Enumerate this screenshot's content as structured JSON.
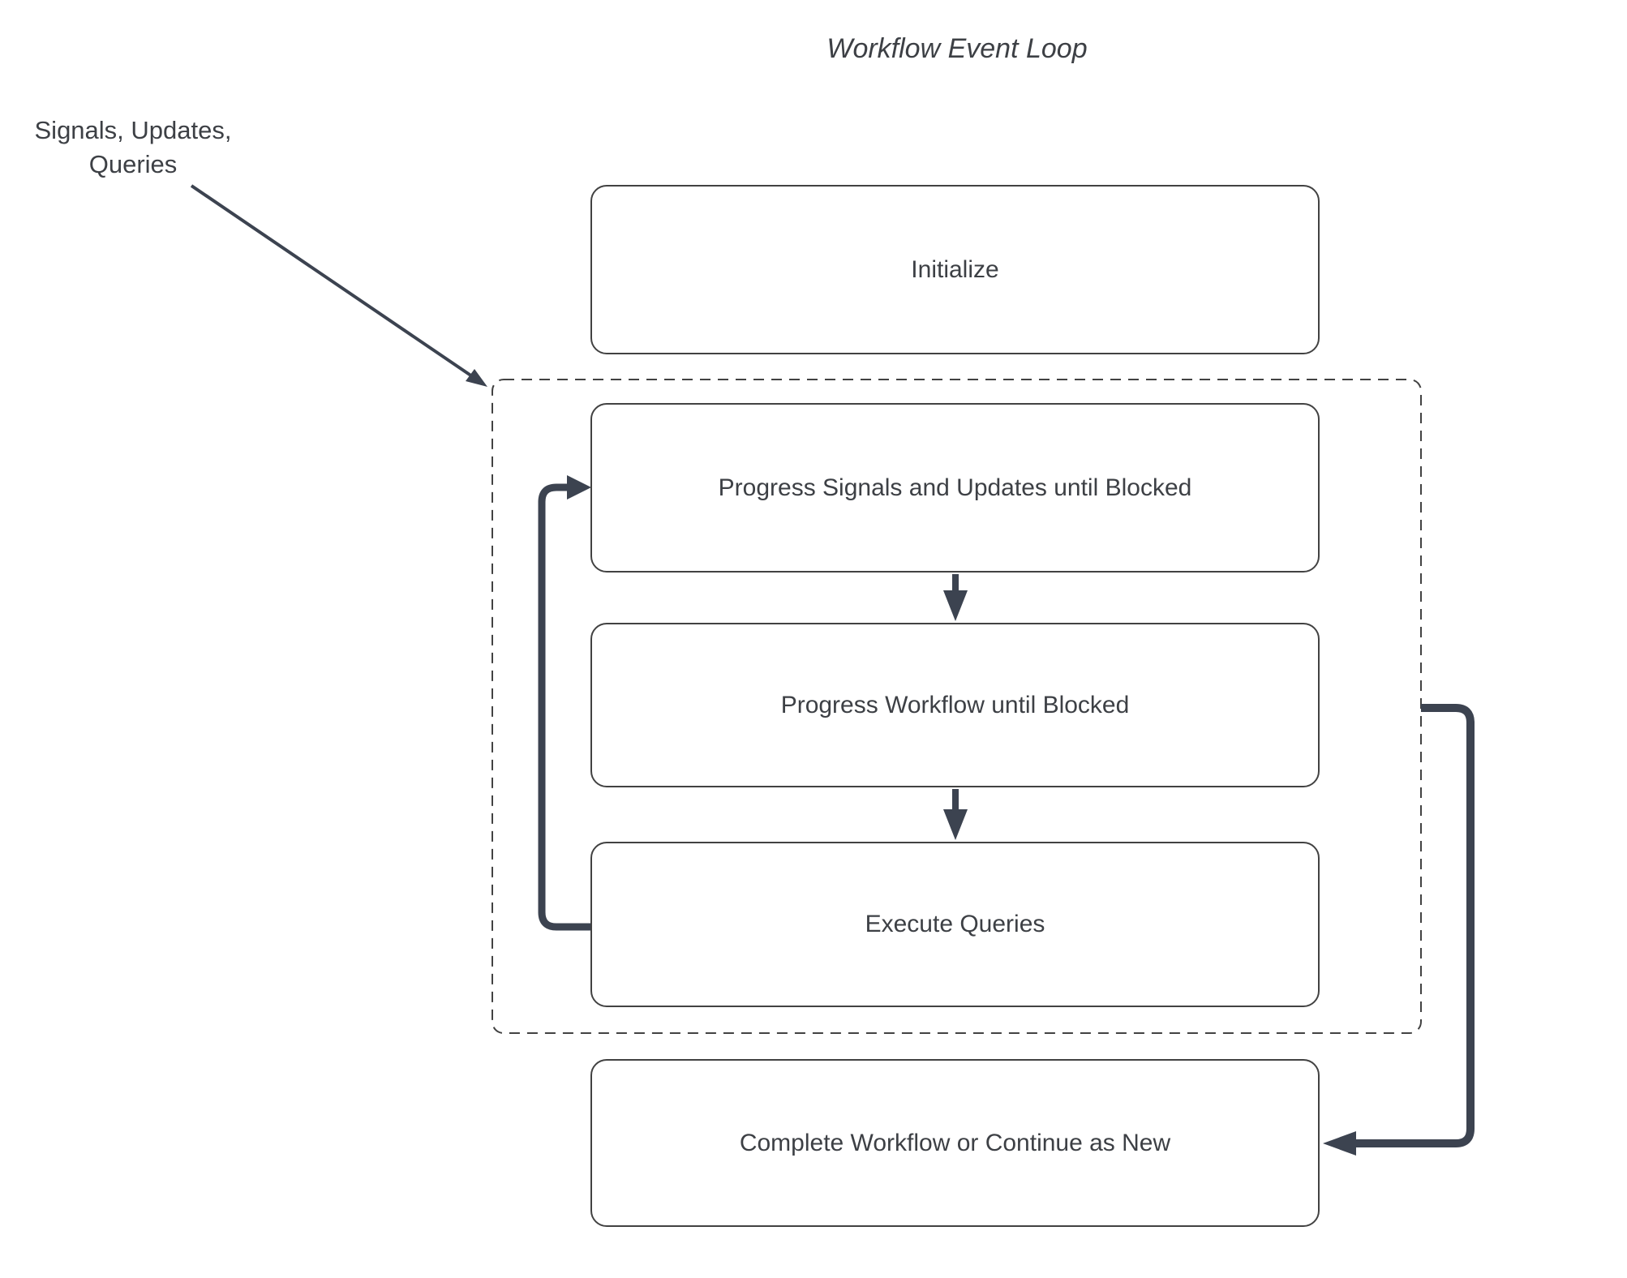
{
  "title": "Workflow Event Loop",
  "annotation": {
    "label": "Signals, Updates,\nQueries"
  },
  "nodes": {
    "initialize": {
      "label": "Initialize"
    },
    "progress_signals": {
      "label": "Progress Signals and Updates until Blocked"
    },
    "progress_workflow": {
      "label": "Progress Workflow until Blocked"
    },
    "execute_queries": {
      "label": "Execute Queries"
    },
    "complete": {
      "label": "Complete Workflow or Continue as New"
    }
  },
  "colors": {
    "arrow": "#3c4350",
    "border": "#424242",
    "text": "#3d4045",
    "background": "#ffffff"
  }
}
